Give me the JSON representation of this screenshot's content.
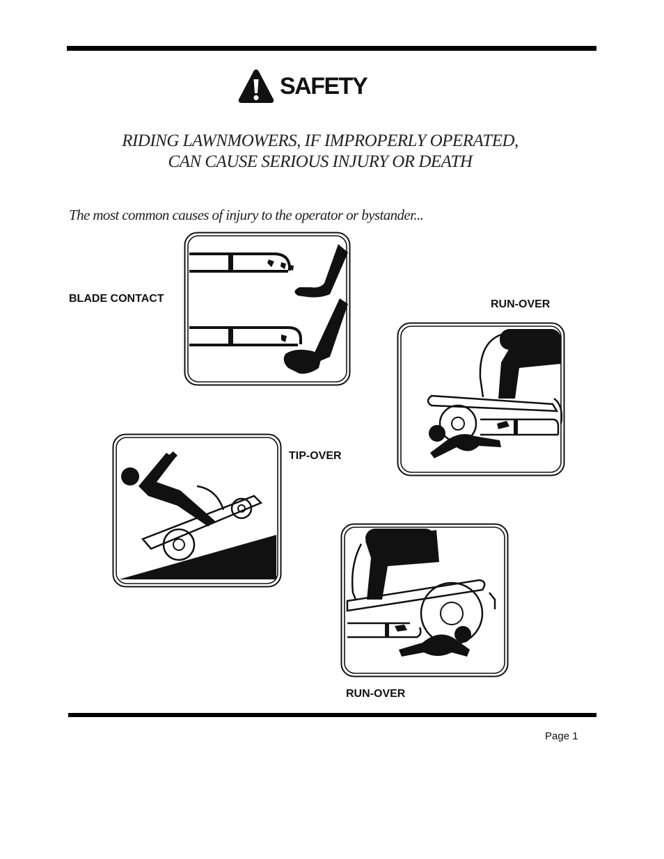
{
  "header": {
    "title": "SAFETY",
    "icon": "warning-triangle-icon"
  },
  "warning": {
    "line1": "RIDING LAWNMOWERS, IF IMPROPERLY OPERATED,",
    "line2": "CAN CAUSE SERIOUS INJURY OR DEATH"
  },
  "intro": "The most common causes of injury to the operator or bystander...",
  "hazards": {
    "blade_contact": "BLADE CONTACT",
    "run_over_1": "RUN-OVER",
    "tip_over": "TIP-OVER",
    "run_over_2": "RUN-OVER"
  },
  "footer": {
    "page": "Page  1"
  }
}
